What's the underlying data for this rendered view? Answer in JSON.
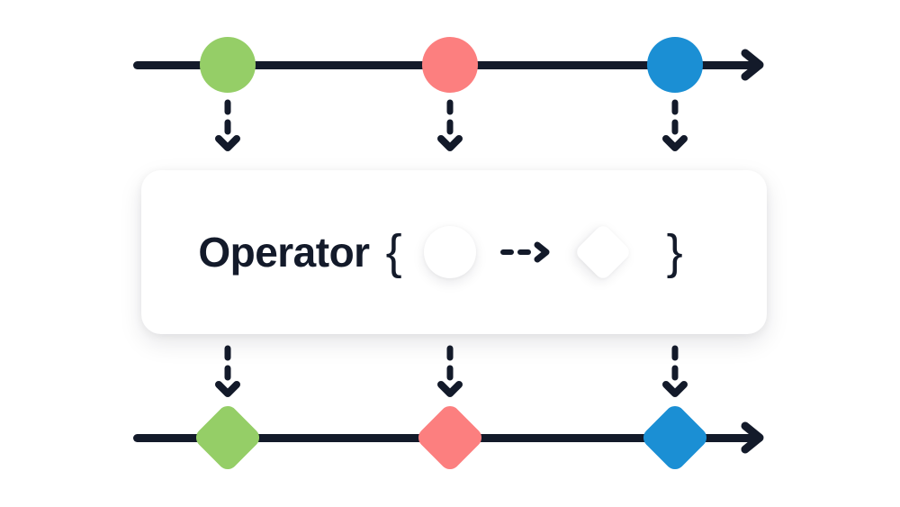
{
  "diagram": {
    "title": "Operator transformation timeline (marble diagram)",
    "background_color": "#FFFFFF",
    "line_color": "#131A2A",
    "panel": {
      "label": "Operator",
      "brace_open": "{",
      "brace_close": "}",
      "input_shape": "circle",
      "output_shape": "diamond",
      "transform_arrow": "dashed-arrow-right",
      "background_color": "#FFFFFF"
    },
    "top_timeline": {
      "name": "source-observable",
      "arrow_icon": "arrow-right-icon",
      "items": [
        {
          "shape": "circle",
          "color": "#95CE67",
          "name": "green-circle"
        },
        {
          "shape": "circle",
          "color": "#FC7F7F",
          "name": "salmon-circle"
        },
        {
          "shape": "circle",
          "color": "#1B8FD4",
          "name": "blue-circle"
        }
      ]
    },
    "bottom_timeline": {
      "name": "result-observable",
      "arrow_icon": "arrow-right-icon",
      "items": [
        {
          "shape": "diamond",
          "color": "#95CE67",
          "name": "green-diamond"
        },
        {
          "shape": "diamond",
          "color": "#FC7F7F",
          "name": "salmon-diamond"
        },
        {
          "shape": "diamond",
          "color": "#1B8FD4",
          "name": "blue-diamond"
        }
      ]
    },
    "connectors": {
      "icon": "dashed-arrow-down-icon",
      "count_top": 3,
      "count_bottom": 3
    }
  }
}
